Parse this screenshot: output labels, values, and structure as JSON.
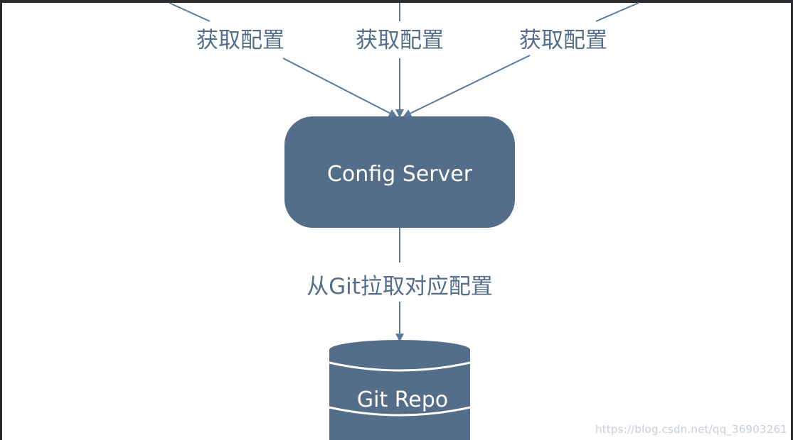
{
  "diagram": {
    "edge_labels": {
      "left": "获取配置",
      "middle": "获取配置",
      "right": "获取配置",
      "pull": "从Git拉取对应配置"
    },
    "nodes": {
      "config_server": "Config Server",
      "git_repo": "Git Repo"
    }
  },
  "watermark": "https://blog.csdn.net/qq_36903261",
  "colors": {
    "node_fill": "#546e8a",
    "line": "#5a7a9a",
    "text": "#546e8a",
    "background": "#ffffff"
  }
}
